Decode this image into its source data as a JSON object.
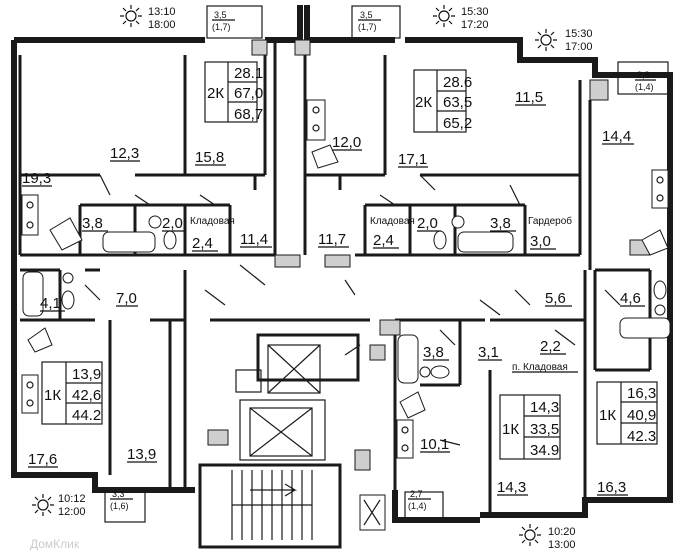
{
  "rooms": {
    "r_19_3": "19,3",
    "r_12_3": "12,3",
    "r_15_8": "15,8",
    "r_3_8_a": "3,8",
    "r_2_0_a": "2,0",
    "storage_a": "Кладовая",
    "r_2_4_a": "2,4",
    "r_11_4": "11,4",
    "r_12_0": "12,0",
    "r_17_1": "17,1",
    "r_11_5": "11,5",
    "r_14_4": "14,4",
    "storage_b": "Кладовая",
    "r_2_4_b": "2,4",
    "r_2_0_b": "2,0",
    "r_3_8_b": "3,8",
    "wardrobe": "Гардероб",
    "r_3_0": "3,0",
    "r_11_7": "11,7",
    "r_4_1": "4,1",
    "r_7_0": "7,0",
    "r_5_6": "5,6",
    "r_4_6": "4,6",
    "r_3_8_c": "3,8",
    "r_3_1": "3,1",
    "r_2_2": "2,2",
    "storage_c": "п. Кладовая",
    "r_17_6": "17,6",
    "r_13_9": "13,9",
    "r_10_1": "10,1",
    "r_14_3": "14,3",
    "r_16_3": "16,3"
  },
  "apartments": [
    {
      "type": "2К",
      "living": "28.1",
      "total": "67,0",
      "with_balcony": "68,7"
    },
    {
      "type": "2К",
      "living": "28.6",
      "total": "63,5",
      "with_balcony": "65,2"
    },
    {
      "type": "1К",
      "living": "13,9",
      "total": "42,6",
      "with_balcony": "44.2"
    },
    {
      "type": "1К",
      "living": "14,3",
      "total": "33,5",
      "with_balcony": "34.9"
    },
    {
      "type": "1К",
      "living": "16,3",
      "total": "40,9",
      "with_balcony": "42.3"
    }
  ],
  "balconies": [
    {
      "area": "3,5",
      "coef": "(1,7)"
    },
    {
      "area": "3,5",
      "coef": "(1,7)"
    },
    {
      "area": "2,8",
      "coef": "(1,4)"
    },
    {
      "area": "3,3",
      "coef": "(1,6)"
    },
    {
      "area": "2,7",
      "coef": "(1,4)"
    }
  ],
  "sun_times": [
    {
      "from": "13:10",
      "to": "18:00"
    },
    {
      "from": "15:30",
      "to": "17:20"
    },
    {
      "from": "15:30",
      "to": "17:00"
    },
    {
      "from": "10:12",
      "to": "12:00"
    },
    {
      "from": "10:20",
      "to": "13:00"
    }
  ],
  "watermark": "ДомКлик"
}
